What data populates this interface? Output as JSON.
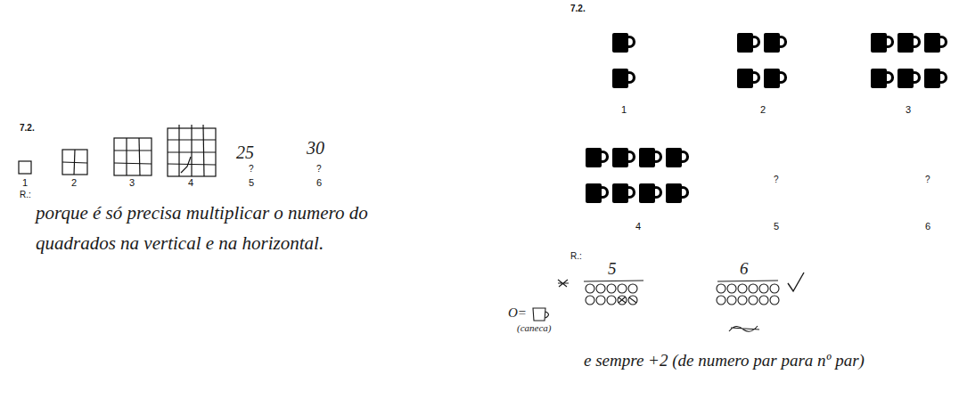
{
  "diagram": {
    "labels": [
      "7.2.",
      "1",
      "2",
      "3",
      "4",
      "25",
      "?",
      "5",
      "30",
      "?",
      "6",
      "R.:",
      "porque é só precisa multiplicar o numero do quadrados na vertical e na horizontal.",
      "7.2.",
      "1",
      "2",
      "3",
      "4",
      "?",
      "?",
      "5",
      "6",
      "R.:",
      "5",
      "6",
      "O=",
      "(caneca)",
      "e sempre +2 (de numero par para nº par)"
    ]
  }
}
